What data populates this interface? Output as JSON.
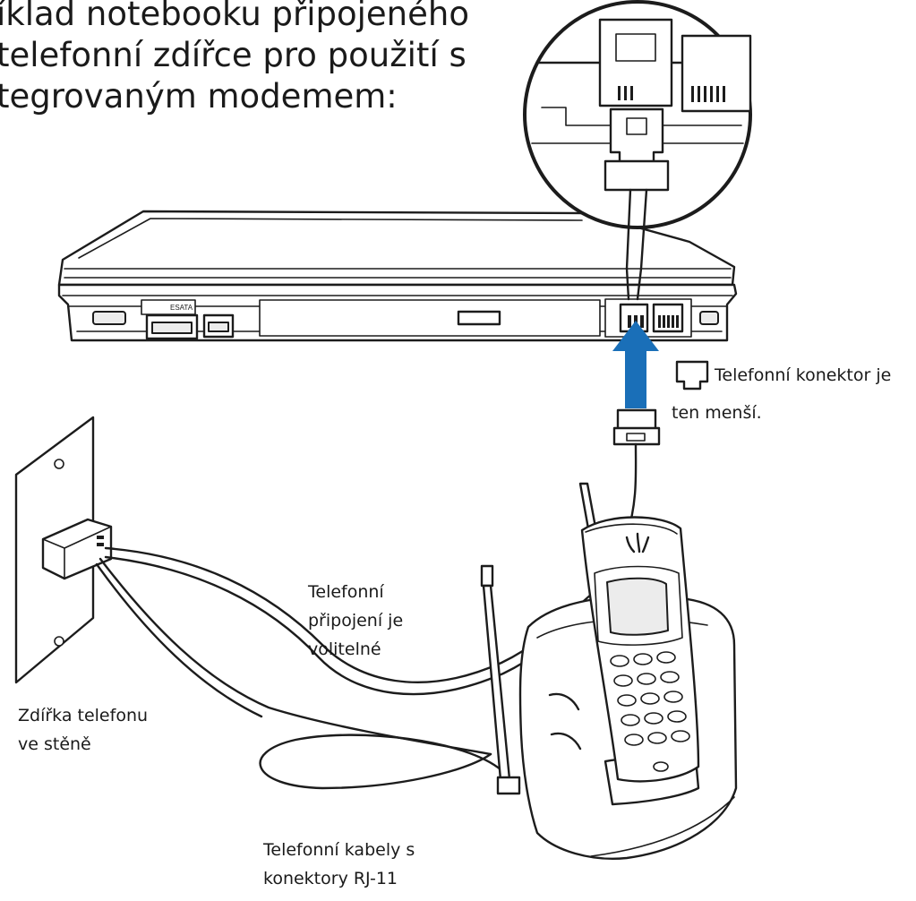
{
  "heading": {
    "lines": [
      "íklad notebooku připojeného",
      "telefonní zdířce pro použití s",
      "tegrovaným modemem:"
    ]
  },
  "callouts": {
    "connector_note_line1": "Telefonní konektor je",
    "connector_note_line2": "ten menší.",
    "optional_line1": "Telefonní",
    "optional_line2": "připojení je",
    "optional_line3": "volitelné",
    "wall_jack_line1": "Zdířka telefonu",
    "wall_jack_line2": "ve stěně",
    "cables_line1": "Telefonní kabely s",
    "cables_line2": "konektory RJ-11"
  },
  "laptop_port_labels": {
    "esata": "ESATA"
  },
  "colors": {
    "arrow": "#1a6fb8",
    "ink": "#1c1c1c",
    "background": "#ffffff"
  },
  "icons": [
    "rj11-connector-icon",
    "upward-arrow"
  ]
}
